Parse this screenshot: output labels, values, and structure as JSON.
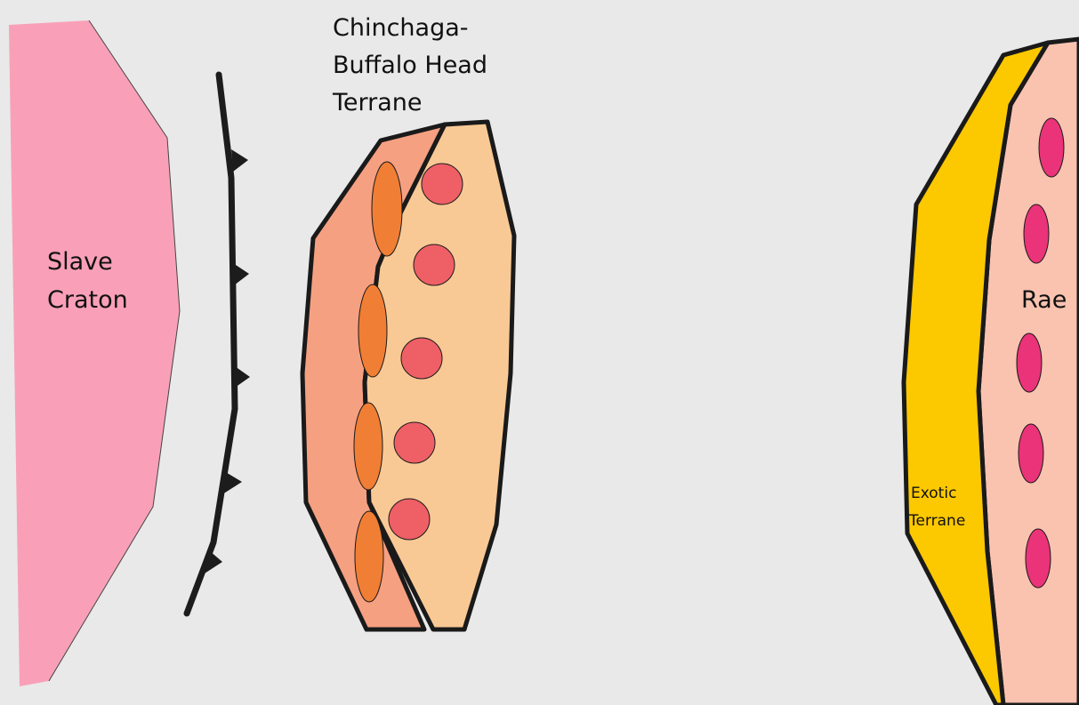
{
  "labels": {
    "slave_craton": [
      "Slave",
      "Craton"
    ],
    "chinchaga_terrane": [
      "Chinchaga-",
      "Buffalo Head",
      "Terrane"
    ],
    "rae": "Rae",
    "exotic_terrane": [
      "Exotic",
      "Terrane"
    ]
  },
  "colors": {
    "background": "#e9e9e9",
    "slave_craton": "#f9a0b8",
    "thrust_fault": "#1c1c1c",
    "chinchaga_left_block": "#f6a082",
    "chinchaga_right_block": "#f9c995",
    "chinchaga_orange_plutons": "#f07e34",
    "chinchaga_red_plutons": "#ef5f66",
    "exotic_terrane": "#fcc800",
    "rae_craton": "#f9c3b0",
    "rae_plutons": "#ea3378"
  }
}
